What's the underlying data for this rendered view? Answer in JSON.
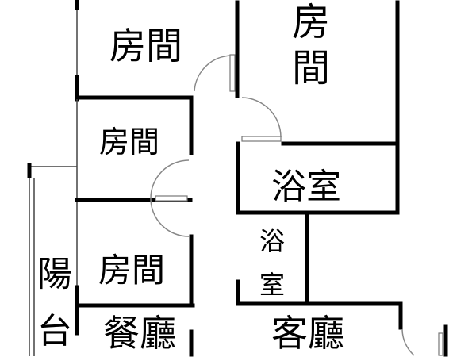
{
  "floor_plan": {
    "rooms": {
      "bedroom_top_left": "房間",
      "bedroom_top_right_1": "房",
      "bedroom_top_right_2": "間",
      "bedroom_middle": "房間",
      "bedroom_bottom": "房間",
      "bathroom_large": "浴室",
      "bathroom_small_1": "浴",
      "bathroom_small_2": "室",
      "balcony_1": "陽",
      "balcony_2": "台",
      "bottom_left_partial": "餐廳",
      "bottom_right_partial": "客廳"
    },
    "colors": {
      "wall": "#000000",
      "door": "#888888",
      "background": "#ffffff"
    }
  }
}
